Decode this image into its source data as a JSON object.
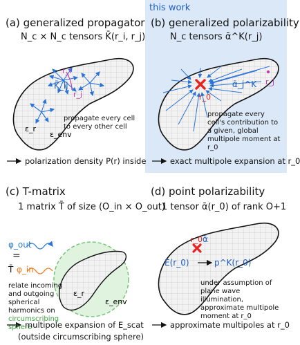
{
  "header_tag": "this work",
  "panels": {
    "a": {
      "title": "(a) generalized propagator",
      "subtitle": "N_c × N_c tensors K̄(r_i, r_j)",
      "note": "propagate every cell to every other cell",
      "labels": {
        "ri": "r_i",
        "rj": "r_j",
        "kij": "K̄_ij",
        "eps_r": "ε_r",
        "eps_env": "ε_env"
      },
      "bottom": "polarization density P(r) inside"
    },
    "b": {
      "title": "(b) generalized polarizability",
      "subtitle": "N_c tensors ᾱ^K(r_j)",
      "note": "propagate every cell's contribution to a given, global multipole moment at r_0",
      "labels": {
        "r0": "r_0",
        "rj": "r_j",
        "alpha": "ᾱ_j^K"
      },
      "bottom": "exact multipole expansion at r_0"
    },
    "c": {
      "title": "(c) T-matrix",
      "subtitle": "1 matrix T̄ of size (O_in × O_out)",
      "note": "relate incoming and outgoing spherical harmonics on",
      "note_green": "circumscribing sphere",
      "labels": {
        "phi_out": "φ_out",
        "eq": "=",
        "T": "T̄",
        "phi_in": "φ_in",
        "eps_r": "ε_r",
        "eps_env": "ε_env"
      },
      "bottom_line1": "multipole expansion of E_scat",
      "bottom_line2": "(outside circumscribing sphere)"
    },
    "d": {
      "title": "(d) point polarizability",
      "subtitle": "1 tensor ᾱ(r_0) of rank O+1",
      "note": "under assumption of plane wave illumination, approximate multipole moment at r_0",
      "labels": {
        "r0": "r_0",
        "alpha": "ᾱ",
        "E": "E(r_0)",
        "p": "p^K(r_0)"
      },
      "bottom": "approximate multipoles at r_0"
    }
  },
  "colors": {
    "highlight_bg": "#dbe8f8",
    "arrow_blue": "#2a73d9",
    "red": "#e8231f",
    "green_sphere": "#6ec36e",
    "wave_blue": "#2a7fd4",
    "wave_orange": "#f07b1c"
  }
}
